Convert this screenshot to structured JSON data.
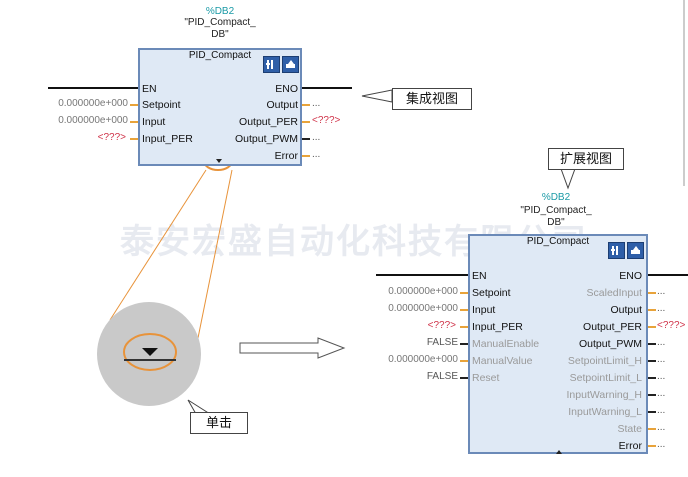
{
  "watermark": "泰安宏盛自动化科技有限公司",
  "compact_view": {
    "db_label": "%DB2",
    "db_name_line1": "\"PID_Compact_",
    "db_name_line2": "DB\"",
    "block_title": "PID_Compact",
    "inputs": [
      {
        "label": "EN",
        "value": ""
      },
      {
        "label": "Setpoint",
        "value": "0.000000e+000"
      },
      {
        "label": "Input",
        "value": "0.000000e+000"
      },
      {
        "label": "Input_PER",
        "value": "<???>"
      }
    ],
    "outputs": [
      {
        "label": "ENO",
        "value": ""
      },
      {
        "label": "Output",
        "value": "..."
      },
      {
        "label": "Output_PER",
        "value": "<???>"
      },
      {
        "label": "Output_PWM",
        "value": "..."
      },
      {
        "label": "Error",
        "value": "..."
      }
    ],
    "callout": "集成视图"
  },
  "expanded_view": {
    "db_label": "%DB2",
    "db_name_line1": "\"PID_Compact_",
    "db_name_line2": "DB\"",
    "block_title": "PID_Compact",
    "inputs": [
      {
        "label": "EN",
        "value": ""
      },
      {
        "label": "Setpoint",
        "value": "0.000000e+000"
      },
      {
        "label": "Input",
        "value": "0.000000e+000"
      },
      {
        "label": "Input_PER",
        "value": "<???>"
      },
      {
        "label": "ManualEnable",
        "value": "FALSE"
      },
      {
        "label": "ManualValue",
        "value": "0.000000e+000"
      },
      {
        "label": "Reset",
        "value": "FALSE"
      }
    ],
    "outputs": [
      {
        "label": "ENO",
        "value": ""
      },
      {
        "label": "ScaledInput",
        "value": "..."
      },
      {
        "label": "Output",
        "value": "..."
      },
      {
        "label": "Output_PER",
        "value": "<???>"
      },
      {
        "label": "Output_PWM",
        "value": "..."
      },
      {
        "label": "SetpointLimit_H",
        "value": "..."
      },
      {
        "label": "SetpointLimit_L",
        "value": "..."
      },
      {
        "label": "InputWarning_H",
        "value": "..."
      },
      {
        "label": "InputWarning_L",
        "value": "..."
      },
      {
        "label": "State",
        "value": "..."
      },
      {
        "label": "Error",
        "value": "..."
      }
    ],
    "callout": "扩展视图"
  },
  "click_callout": "单击"
}
